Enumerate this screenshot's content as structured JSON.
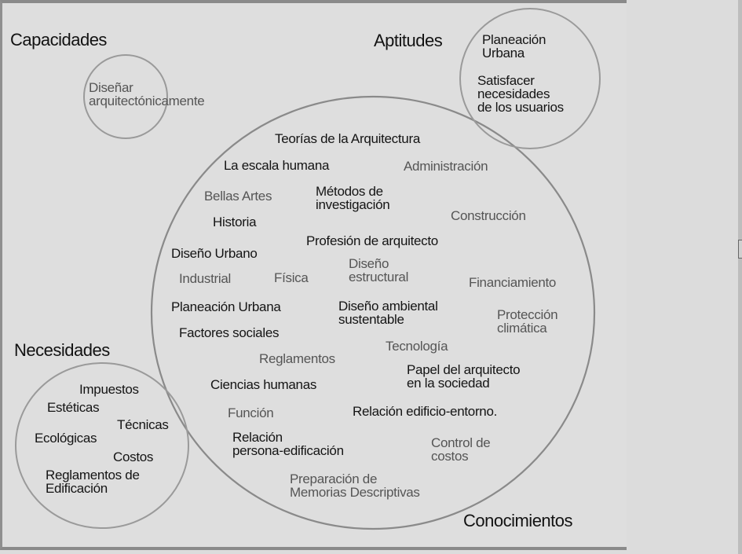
{
  "categories": {
    "capacidades": "Capacidades",
    "aptitudes": "Aptitudes",
    "necesidades": "Necesidades",
    "conocimientos": "Conocimientos"
  },
  "capacidades_items": [
    "Diseñar",
    "arquitectónicamente"
  ],
  "aptitudes_items": {
    "planeacion_1": "Planeación",
    "planeacion_2": "Urbana",
    "satisfacer_1": "Satisfacer",
    "satisfacer_2": "necesidades",
    "satisfacer_3": "de los usuarios"
  },
  "necesidades_items": {
    "impuestos": "Impuestos",
    "esteticas": "Estéticas",
    "tecnicas": "Técnicas",
    "ecologicas": "Ecológicas",
    "costos": "Costos",
    "reglamentos_1": "Reglamentos de",
    "reglamentos_2": "Edificación"
  },
  "conocimientos_items": {
    "teorias": "Teorías de la Arquitectura",
    "escala": "La escala humana",
    "administracion": "Administración",
    "bellas_artes": "Bellas Artes",
    "metodos_1": "Métodos de",
    "metodos_2": "investigación",
    "construccion": "Construcción",
    "historia": "Historia",
    "profesion": "Profesión de arquitecto",
    "diseno_urbano": "Diseño Urbano",
    "diseno_estructural_1": "Diseño",
    "diseno_estructural_2": "estructural",
    "industrial": "Industrial",
    "fisica": "Física",
    "financiamiento": "Financiamiento",
    "planeacion_urbana": "Planeación Urbana",
    "diseno_ambiental_1": "Diseño ambiental",
    "diseno_ambiental_2": "sustentable",
    "proteccion_1": "Protección",
    "proteccion_2": "climática",
    "factores": "Factores sociales",
    "tecnologia": "Tecnología",
    "reglamentos": "Reglamentos",
    "papel_1": "Papel del arquitecto",
    "papel_2": "en la sociedad",
    "ciencias": "Ciencias humanas",
    "funcion": "Función",
    "relacion_entorno": "Relación edificio-entorno.",
    "relacion_persona_1": "Relación",
    "relacion_persona_2": "persona-edificación",
    "control_1": "Control de",
    "control_2": "costos",
    "preparacion_1": "Preparación de",
    "preparacion_2": "Memorias Descriptivas"
  },
  "colors": {
    "background": "#dedede",
    "circle_stroke": "#8a8a8a",
    "dark_text": "#141414",
    "light_text": "#555555"
  }
}
